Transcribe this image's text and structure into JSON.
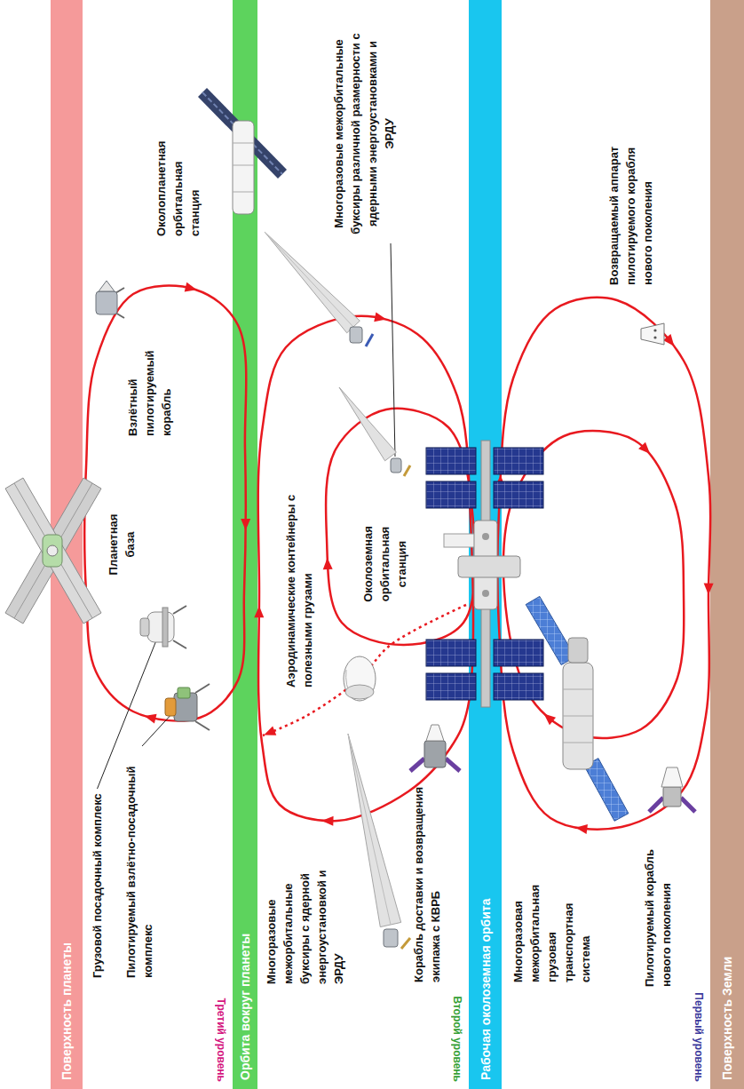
{
  "diagram": {
    "nodes": [
      {
        "text": [
          "Поверхность планеты"
        ]
      },
      {
        "text": [
          "Орбита вокруг планеты"
        ]
      },
      {
        "text": [
          "Рабочая околоземная орбита"
        ]
      },
      {
        "text": [
          "Поверхность Земли"
        ]
      }
    ],
    "labels": [
      "Третий уровень",
      "Грузовой посадочный комплекс",
      "Пилотируемый взлётно-посадочный комплекс",
      "Планетная база",
      "Взлётный пилотируемый корабль",
      "Околопланетная орбитальная станция",
      "Второй уровень",
      "Многоразовые межорбитальные буксиры с ядерной энергоустановкой и ЭРДУ",
      "Аэродинамические контейнеры с полезными грузами",
      "Околоземная орбитальная станция",
      "Многоразовые межорбитальные буксиры различной размерности с ядерными энергоустановками и ЭРДУ",
      "Корабль доставки и возвращения экипажа с КВРБ",
      "Первый уровень",
      "Многоразовая межорбитальная грузовая транспортная система",
      "Пилотируемый корабль нового поколения",
      "Возвращаемый аппарат пилотируемого корабля нового поколения"
    ]
  }
}
